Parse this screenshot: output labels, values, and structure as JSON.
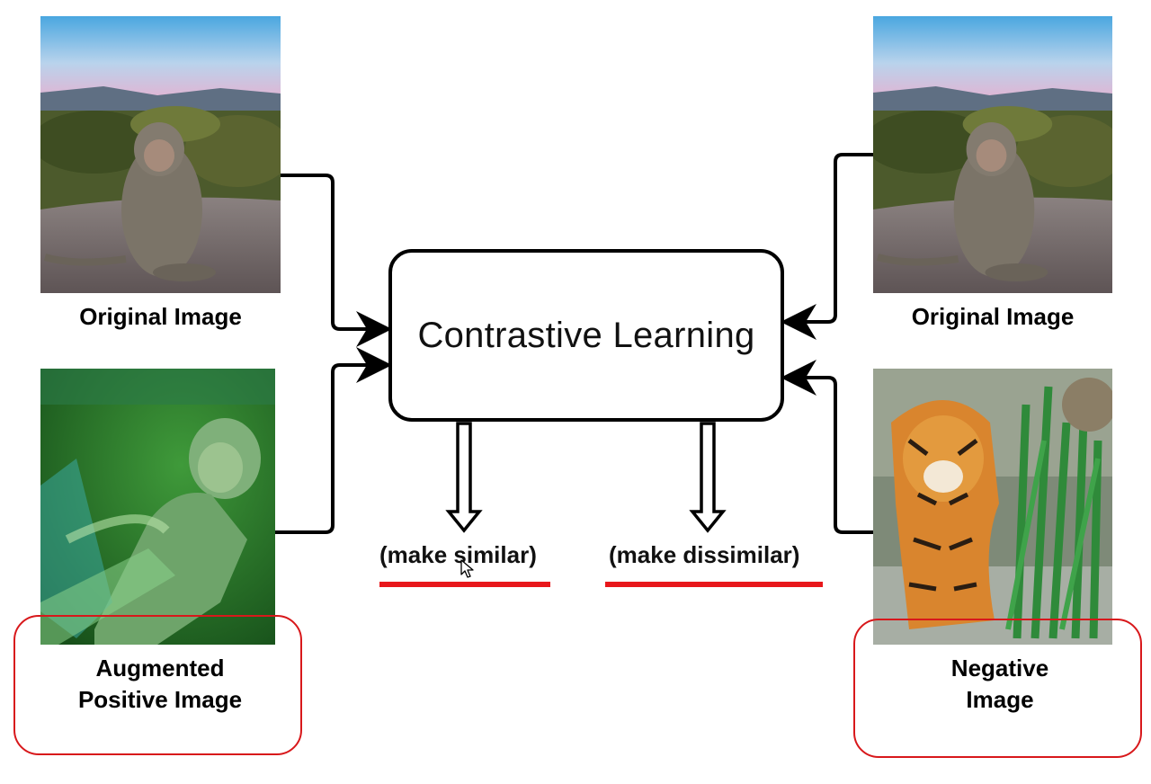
{
  "center": {
    "label": "Contrastive Learning"
  },
  "inputs": {
    "top_left": {
      "caption": "Original Image"
    },
    "bottom_left": {
      "caption_line1": "Augmented",
      "caption_line2": "Positive Image"
    },
    "top_right": {
      "caption": "Original Image"
    },
    "bottom_right": {
      "caption_line1": "Negative",
      "caption_line2": "Image"
    }
  },
  "outputs": {
    "similar": "(make similar)",
    "dissimilar": "(make dissimilar)"
  },
  "colors": {
    "highlight": "#e8171b",
    "arrows": "#000000"
  }
}
